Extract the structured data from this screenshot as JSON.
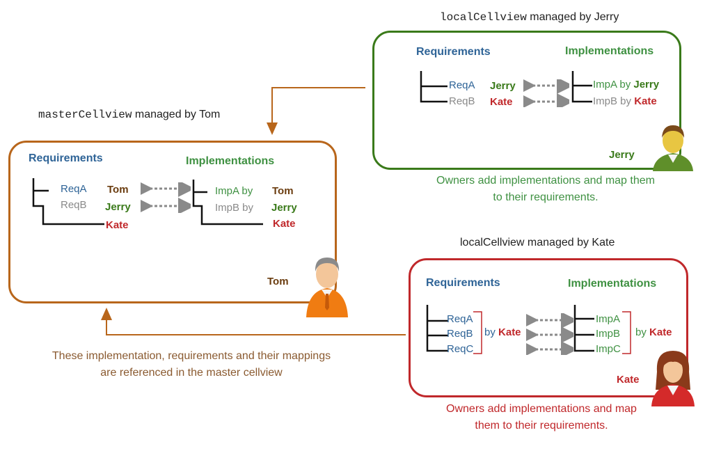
{
  "jerry_view": {
    "title_mono": "localCellview",
    "title_rest": " managed by Jerry",
    "req_header": "Requirements",
    "imp_header": "Implementations",
    "req": [
      "ReqA",
      "ReqB"
    ],
    "owners": [
      "Jerry",
      "Kate"
    ],
    "imp": [
      "ImpA by",
      "ImpB by"
    ],
    "imp_owners": [
      "Jerry",
      "Kate"
    ],
    "manager": "Jerry",
    "note": "Owners add implementations and map them to their requirements."
  },
  "tom_view": {
    "title_mono": "masterCellview",
    "title_rest": " managed by Tom",
    "req_header": "Requirements",
    "imp_header": "Implementations",
    "req": [
      "ReqA",
      "ReqB"
    ],
    "owners": [
      "Tom",
      "Jerry",
      "Kate"
    ],
    "imp": [
      "ImpA by",
      "ImpB by"
    ],
    "imp_owners": [
      "Tom",
      "Jerry",
      "Kate"
    ],
    "manager": "Tom",
    "note": "These implementation, requirements and their mappings are referenced in the master cellview"
  },
  "kate_view": {
    "title": "localCellview managed by Kate",
    "req_header": "Requirements",
    "imp_header": "Implementations",
    "req": [
      "ReqA",
      "ReqB",
      "ReqC"
    ],
    "req_by": "by",
    "req_owner": "Kate",
    "imp": [
      "ImpA",
      "ImpB",
      "ImpC"
    ],
    "imp_by": "by",
    "imp_owner": "Kate",
    "manager": "Kate",
    "note": "Owners add implementations and map them to their requirements."
  },
  "colors": {
    "tom": "#b8661b",
    "jerry": "#3a7a1a",
    "kate": "#c0282b",
    "requirement": "#2f6497",
    "implementation": "#3f9142",
    "arrow": "#8a8a8a"
  },
  "icons": [
    "user-avatar-icon"
  ]
}
